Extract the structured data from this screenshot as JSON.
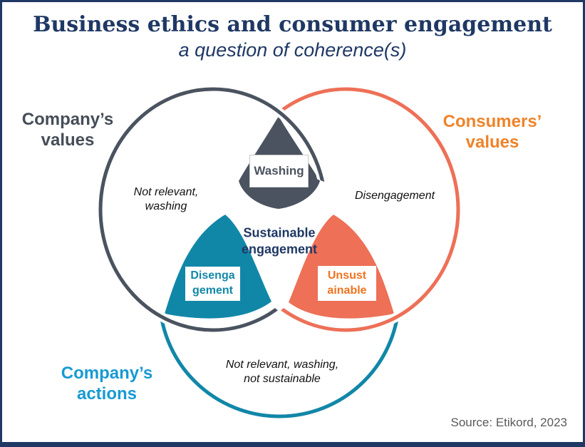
{
  "title": "Business ethics and consumer engagement",
  "subtitle": "a question of coherence(s)",
  "source": "Source: Etikord, 2023",
  "colors": {
    "navy": "#1f3864",
    "slate": "#4a535f",
    "salmon": "#ed7057",
    "teal": "#1187a8",
    "heading_slate": "#454d57",
    "heading_orange": "#ef8329",
    "heading_cyan": "#189ad2",
    "box_orange": "#f0731f",
    "source_gray": "#595959",
    "white": "#ffffff"
  },
  "sets": {
    "company_values": {
      "label": "Company’s\nvalues"
    },
    "consumers_values": {
      "label": "Consumers’\nvalues"
    },
    "company_actions": {
      "label": "Company’s\nactions"
    }
  },
  "regions": {
    "washing": {
      "label": "Washing"
    },
    "disengagement_box": {
      "label": "Disenga\ngement"
    },
    "unsustainable_box": {
      "label": "Unsust\nainable"
    },
    "center": {
      "label": "Sustainable\nengagement"
    },
    "company_values_only": {
      "label": "Not relevant,\nwashing"
    },
    "consumers_values_only": {
      "label": "Disengagement"
    },
    "company_actions_only": {
      "label": "Not relevant, washing,\nnot sustainable"
    }
  }
}
